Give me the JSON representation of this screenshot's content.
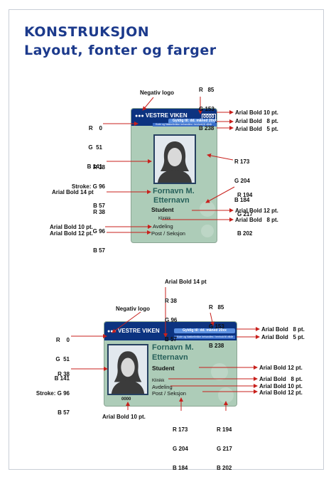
{
  "header": {
    "title": "KONSTRUKSJON",
    "subtitle": "Layout, fonter og farger"
  },
  "colors": {
    "navy": "#00338D",
    "blue": "#5599EE",
    "green": "#ADCCB8",
    "light_green": "#C2D9CA",
    "stroke": "#26603F",
    "title": "#1C3A8C",
    "arrow": "#C8201C"
  },
  "card_top": {
    "logo_text": "VESTRE VIKEN",
    "number": "0000",
    "validity": "Gyldig til: dd. måned 20xx",
    "fine_print": "Kode og Nøkkelbrikke behandles i henhold til vilkår",
    "first_name": "Fornavn M.",
    "last_name": "Etternavn",
    "role": "Student",
    "clinic": "Klinikk",
    "department": "Avdeling",
    "post": "Post / Seksjon"
  },
  "card_bottom": {
    "logo_text": "VESTRE VIKEN",
    "number": "0000",
    "validity": "Gyldig til: dd. måned 20xx",
    "fine_print": "Kode og Nøkkelbrikke behandles i henhold til vilkår",
    "first_name": "Fornavn M.",
    "last_name": "Etternavn",
    "role": "Student",
    "clinic": "Klinikk",
    "department": "Avdeling",
    "post": "Post / Seksjon"
  },
  "labels": {
    "negativ_logo": "Negativ logo",
    "rgb_navy": [
      "R    0",
      "G  51",
      "B 141"
    ],
    "rgb_blue": [
      "R   85",
      "G 153",
      "B 238"
    ],
    "rgb_green": [
      "R 173",
      "G 204",
      "B 184"
    ],
    "rgb_light": [
      "R 194",
      "G 217",
      "B 202"
    ],
    "rgb_stroke": [
      "R 38",
      "Stroke: G 96",
      "B 57"
    ],
    "rgb_name": [
      "R 38",
      "G 96",
      "B 57"
    ],
    "arial_bold_10": "Arial Bold 10 pt.",
    "arial_bold_8": "Arial Bold   8 pt.",
    "arial_bold_5": "Arial Bold   5 pt.",
    "arial_bold_14": "Arial Bold 14 pt",
    "arial_bold_12": "Arial Bold 12 pt.",
    "arial_bold_8b": "Arial Bold   8 pt.",
    "arial_bold_10b": "Arial Bold 10 pt.",
    "arial_bold_12b": "Arial Bold 12 pt."
  }
}
